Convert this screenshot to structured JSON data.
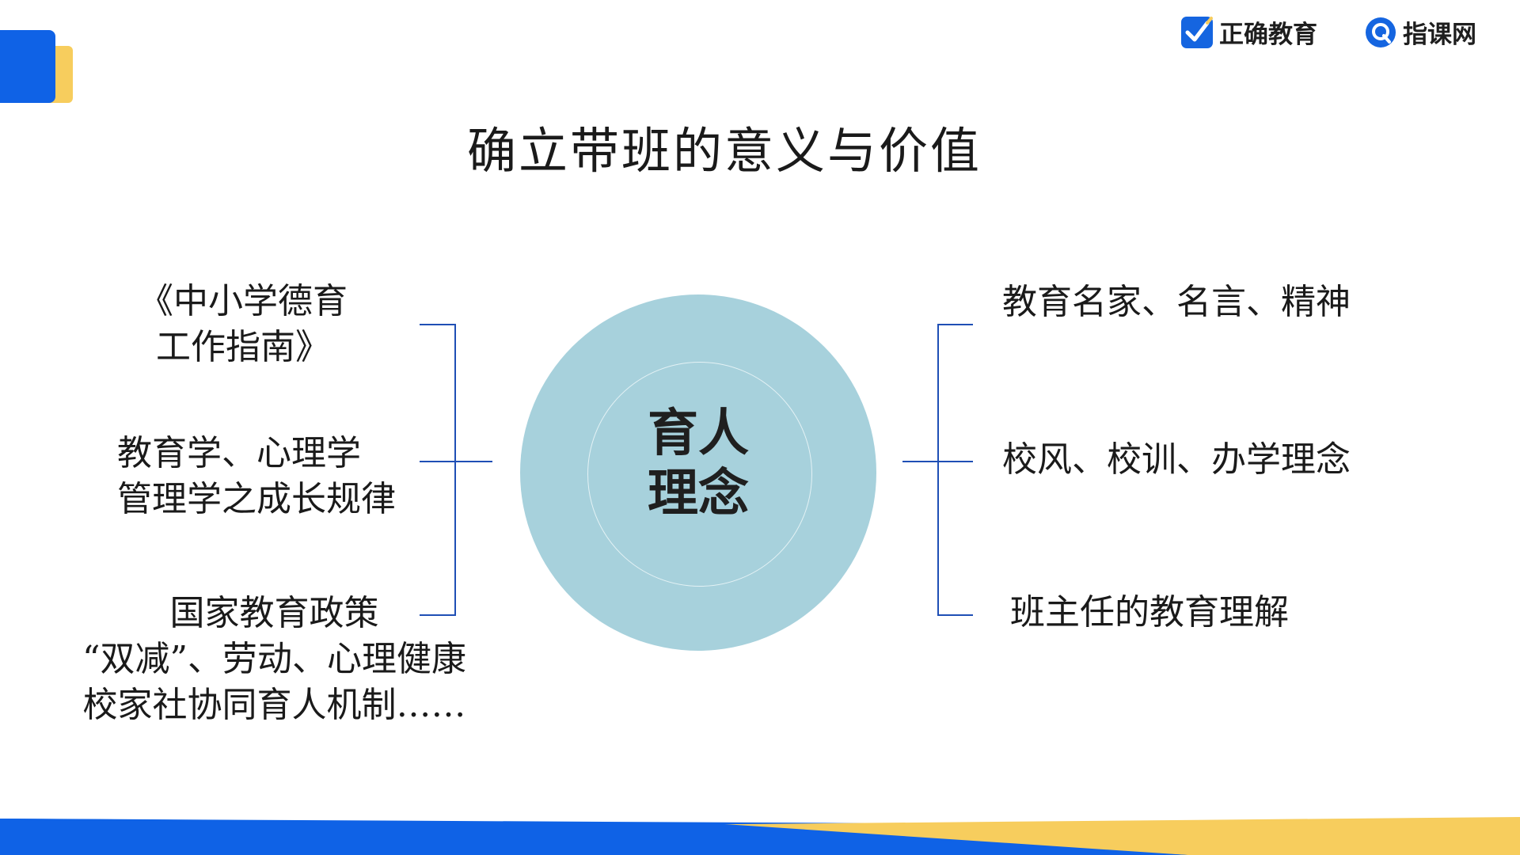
{
  "slide": {
    "title": "确立带班的意义与价值"
  },
  "brand": {
    "zhengque": "正确教育",
    "zhike": "指课网"
  },
  "diagram": {
    "core": {
      "line1": "育人",
      "line2": "理念"
    },
    "left_nodes": [
      {
        "lines": [
          "《中小学德育",
          "工作指南》"
        ]
      },
      {
        "lines": [
          "教育学、心理学",
          "管理学之成长规律"
        ]
      },
      {
        "lines": [
          "国家教育政策",
          "“双减”、劳动、心理健康",
          "校家社协同育人机制……"
        ]
      }
    ],
    "right_nodes": [
      {
        "text": "教育名家、名言、精神"
      },
      {
        "text": "校风、校训、办学理念"
      },
      {
        "text": "班主任的教育理解"
      }
    ]
  },
  "colors": {
    "primary_blue": "#0f62e6",
    "accent_yellow": "#f7cd5d",
    "circle_fill": "#a7d1dc",
    "bracket_line": "#1f4fb5"
  }
}
